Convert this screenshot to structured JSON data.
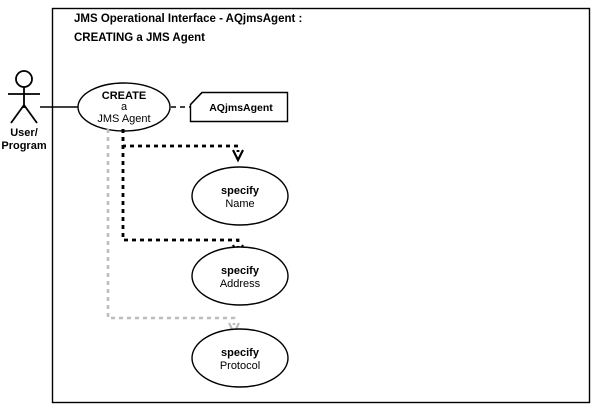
{
  "diagram": {
    "kind": "uml-use-case-diagram",
    "title_line1": "JMS Operational Interface - AQjmsAgent :",
    "title_line2": "CREATING a JMS Agent",
    "colors": {
      "stroke": "#000000",
      "gray_stroke": "#bdbdbd",
      "background": "#ffffff",
      "text": "#000000"
    },
    "actor": {
      "name": "actor-user-program",
      "label_line1": "User/",
      "label_line2": "Program"
    },
    "use_cases": [
      {
        "name": "create-a-jms-agent",
        "line1": "CREATE",
        "line2": "a",
        "line3": "JMS Agent"
      },
      {
        "name": "specify-name",
        "line1": "specify",
        "line2": "Name"
      },
      {
        "name": "specify-address",
        "line1": "specify",
        "line2": "Address"
      },
      {
        "name": "specify-protocol",
        "line1": "specify",
        "line2": "Protocol"
      }
    ],
    "note": {
      "name": "note-aqjmsagent",
      "text": "AQjmsAgent"
    },
    "connectors": [
      {
        "name": "association-actor-to-create",
        "style": "solid",
        "color": "#000000"
      },
      {
        "name": "dependency-create-to-note",
        "style": "dashed",
        "color": "#000000"
      },
      {
        "name": "dependency-create-to-specify-name",
        "style": "dashed",
        "color": "#000000"
      },
      {
        "name": "dependency-create-to-specify-address",
        "style": "dashed",
        "color": "#000000"
      },
      {
        "name": "dependency-create-to-specify-protocol",
        "style": "dashed",
        "color": "#bdbdbd"
      }
    ]
  }
}
